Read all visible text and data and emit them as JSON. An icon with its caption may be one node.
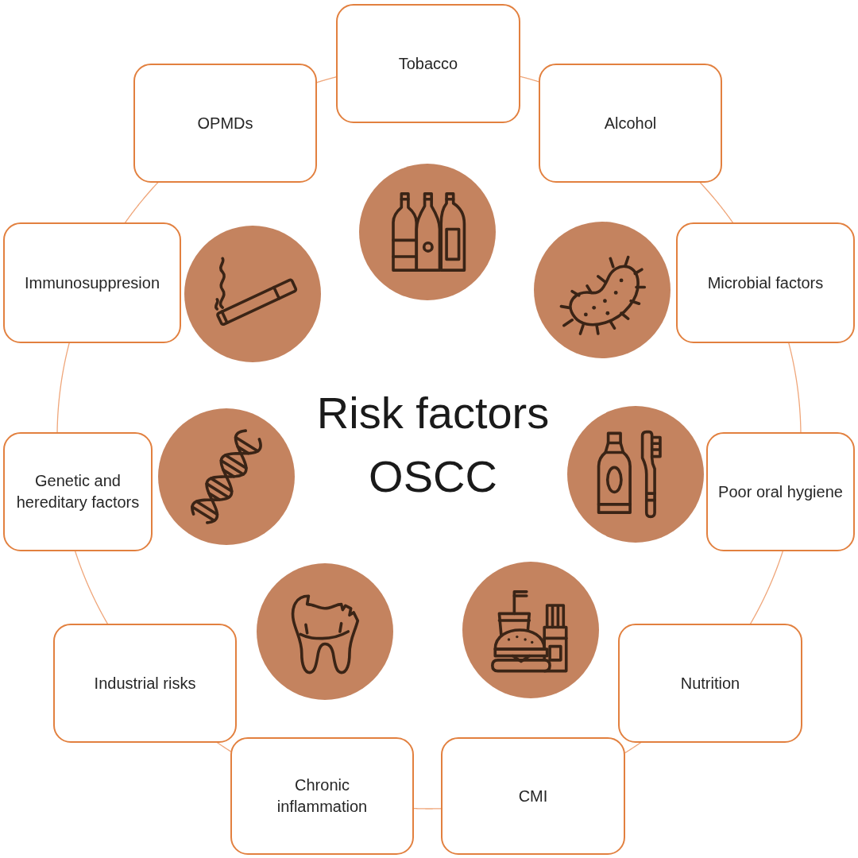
{
  "diagram": {
    "title": "Risk factors OSCC",
    "nodes": [
      {
        "text": [
          "Tobacco"
        ]
      },
      {
        "text": [
          "OPMDs"
        ]
      },
      {
        "text": [
          "Alcohol"
        ]
      },
      {
        "text": [
          "Immunosuppresion"
        ]
      },
      {
        "text": [
          "Microbial factors"
        ]
      },
      {
        "text": [
          "Genetic and hereditary factors"
        ]
      },
      {
        "text": [
          "Poor oral hygiene"
        ]
      },
      {
        "text": [
          "Industrial risks"
        ]
      },
      {
        "text": [
          "Nutrition"
        ]
      },
      {
        "text": [
          "Chronic inflammation"
        ]
      },
      {
        "text": [
          "CMI"
        ]
      }
    ],
    "edges": [
      {
        "from": 0,
        "to": 2,
        "arrow": "none"
      },
      {
        "from": 2,
        "to": 4,
        "arrow": "none"
      },
      {
        "from": 4,
        "to": 6,
        "arrow": "none"
      },
      {
        "from": 6,
        "to": 8,
        "arrow": "none"
      },
      {
        "from": 8,
        "to": 10,
        "arrow": "none"
      },
      {
        "from": 10,
        "to": 9,
        "arrow": "none"
      },
      {
        "from": 9,
        "to": 7,
        "arrow": "none"
      },
      {
        "from": 7,
        "to": 5,
        "arrow": "none"
      },
      {
        "from": 5,
        "to": 3,
        "arrow": "none"
      },
      {
        "from": 3,
        "to": 1,
        "arrow": "none"
      },
      {
        "from": 1,
        "to": 0,
        "arrow": "none"
      }
    ]
  }
}
